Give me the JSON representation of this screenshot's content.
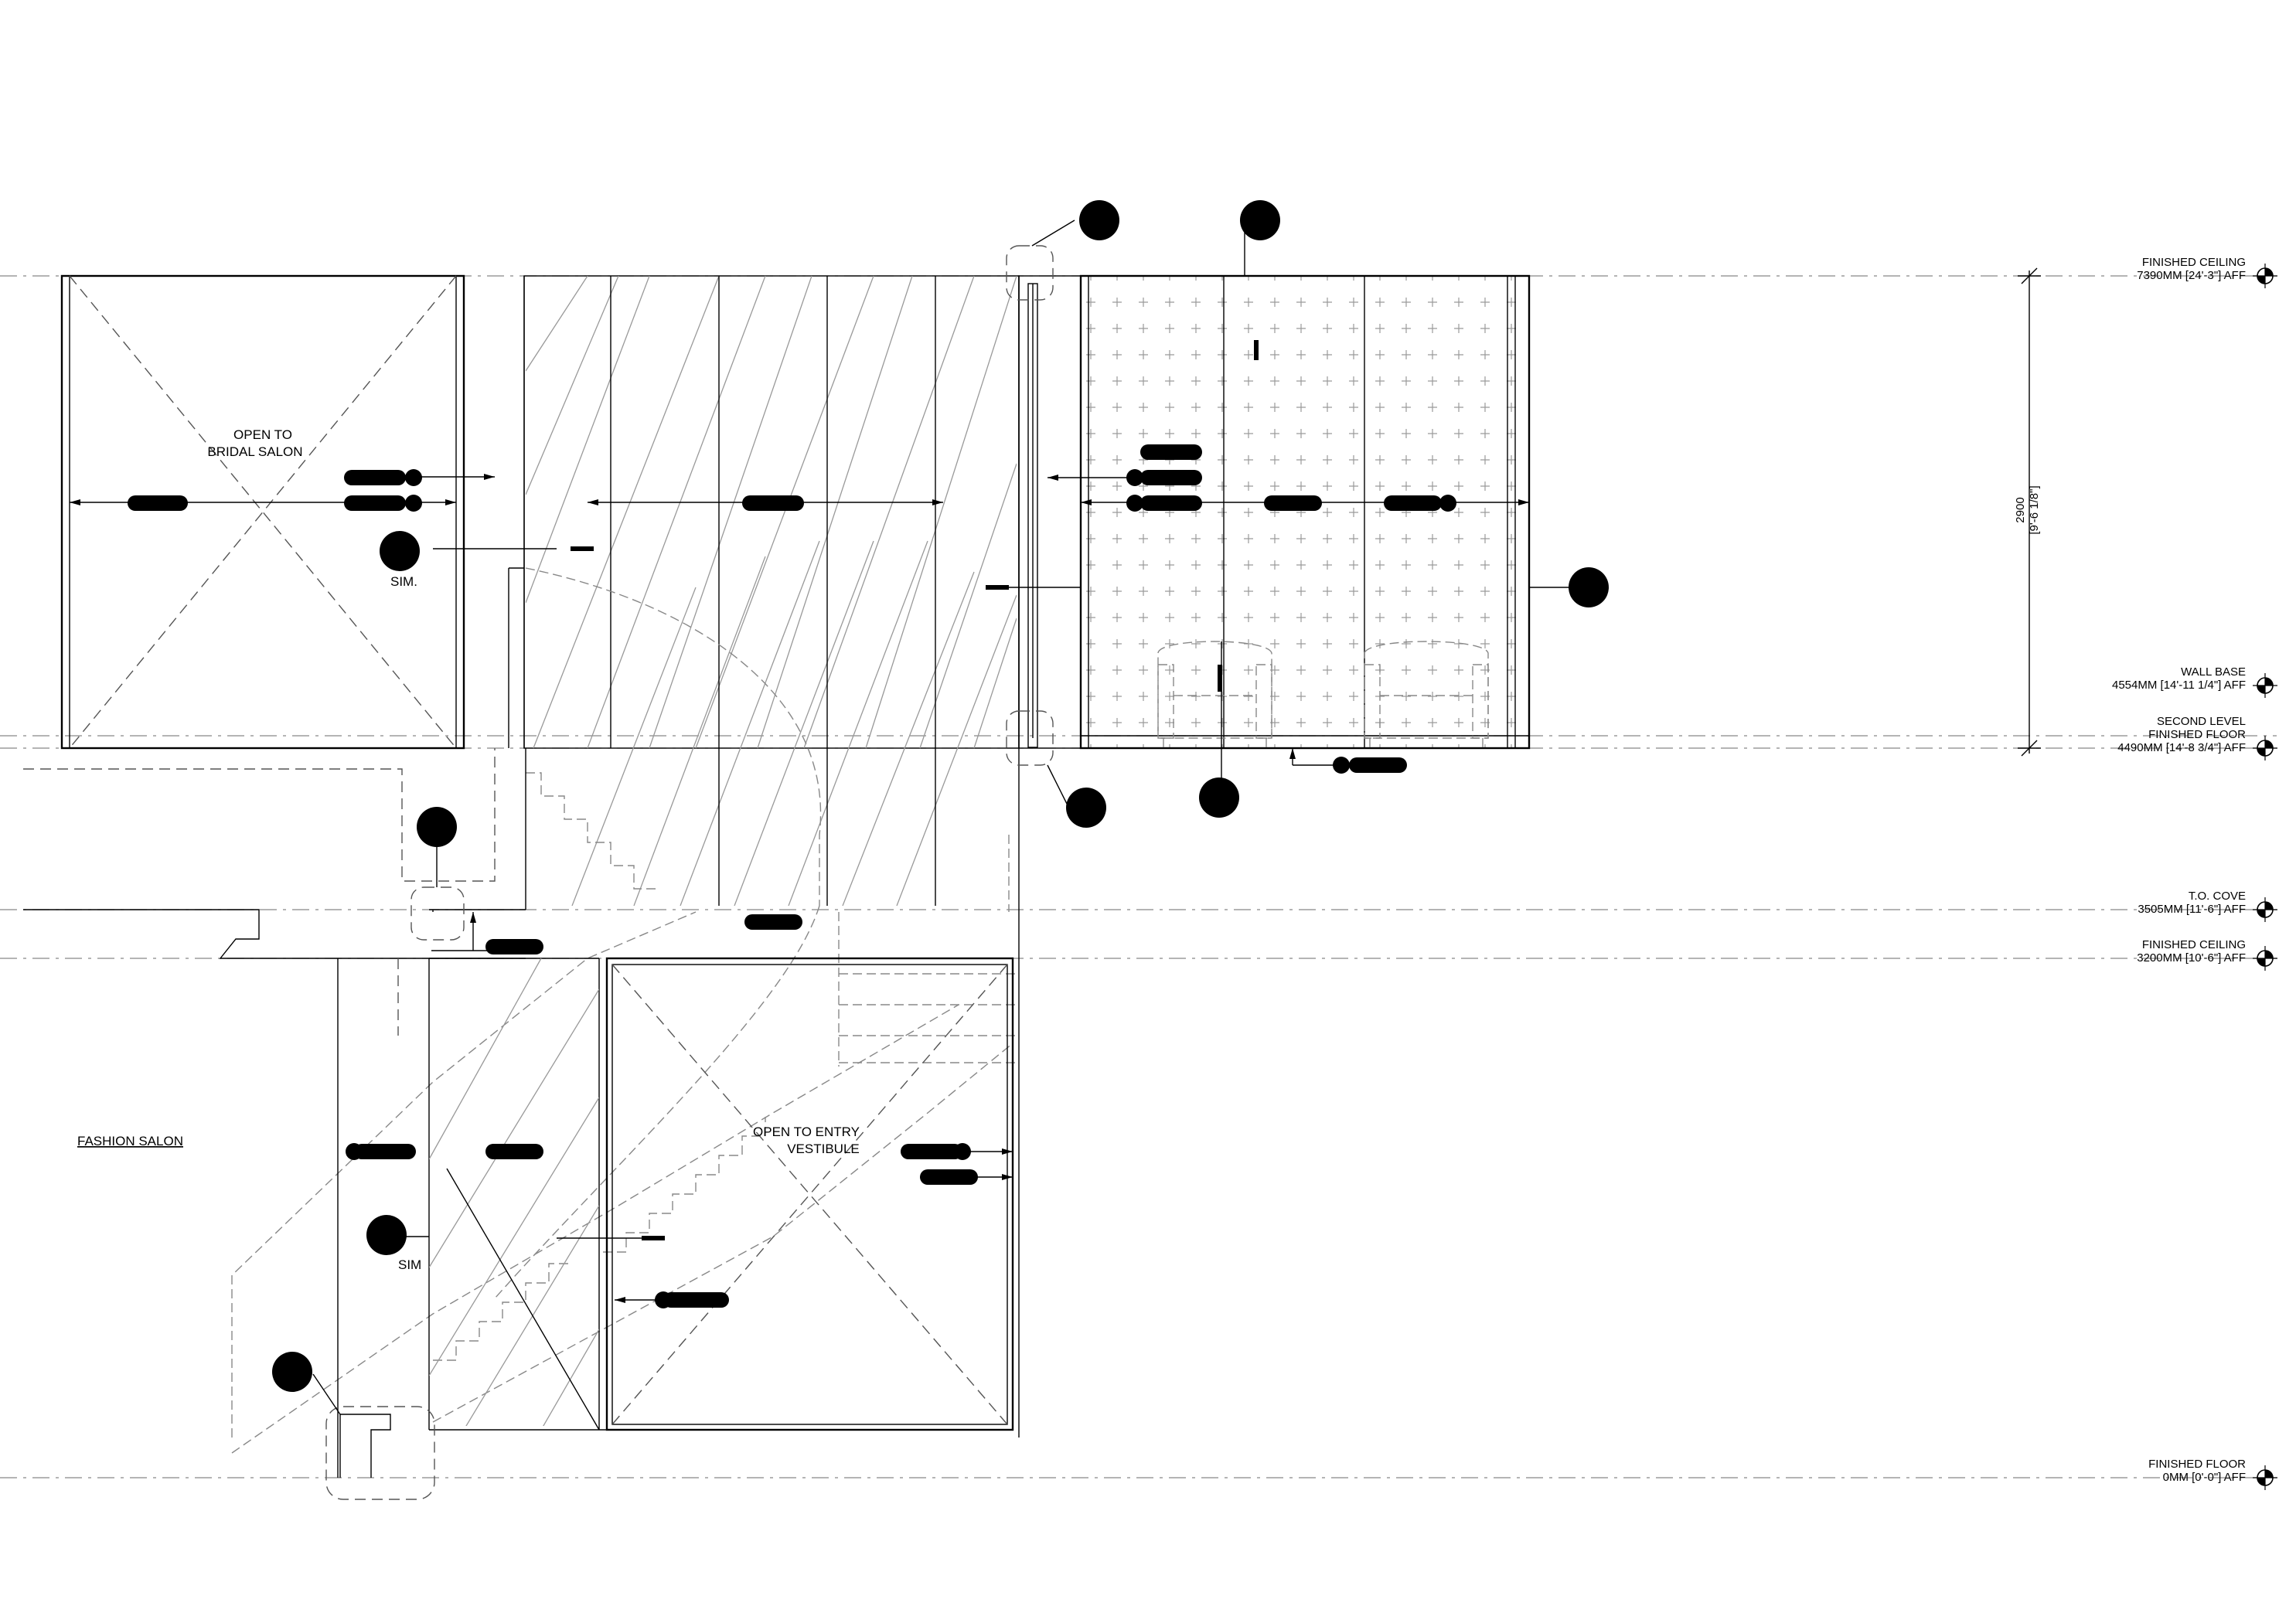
{
  "rooms": {
    "bridal_line1": "OPEN TO",
    "bridal_line2": "BRIDAL SALON",
    "entry_line1": "OPEN TO ENTRY",
    "entry_line2": "VESTIBULE",
    "fashion_salon": "FASHION SALON"
  },
  "notes": {
    "sim_upper": "SIM.",
    "sim_lower": "SIM"
  },
  "levels": [
    {
      "name": "FINISHED CEILING",
      "value": "7390MM [24'-3\"] AFF"
    },
    {
      "name": "WALL BASE",
      "value": "4554MM [14'-11 1/4\"] AFF"
    },
    {
      "name": "SECOND LEVEL",
      "name2": "FINISHED FLOOR",
      "value": "4490MM [14'-8 3/4\"] AFF"
    },
    {
      "name": "T.O. COVE",
      "value": "3505MM [11'-6\"] AFF"
    },
    {
      "name": "FINISHED CEILING",
      "value": "3200MM [10'-6\"] AFF"
    },
    {
      "name": "FINISHED FLOOR",
      "value": "0MM [0'-0\"] AFF"
    }
  ],
  "dimension": {
    "value": "2900",
    "imperial": "[9'-6 1/8\"]"
  },
  "colors": {
    "line": "#000000",
    "hidden": "#888888",
    "paper": "#ffffff"
  }
}
